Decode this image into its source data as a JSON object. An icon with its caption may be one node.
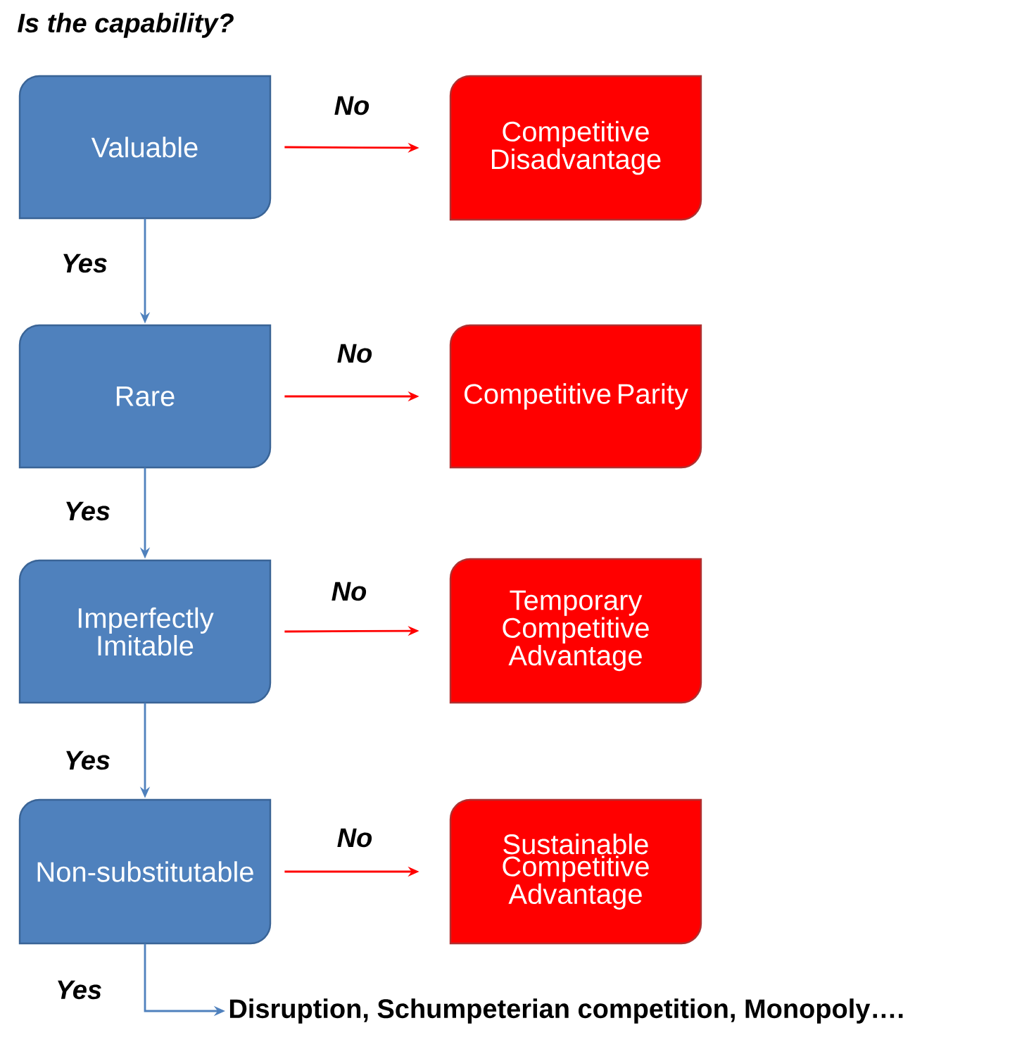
{
  "diagram": {
    "title": "Is the capability?",
    "nodes": [
      {
        "text": [
          "Valuable"
        ]
      },
      {
        "text": [
          "Competitive Disadvantage"
        ]
      },
      {
        "text": [
          "Rare"
        ]
      },
      {
        "text": [
          "Competitive Parity"
        ]
      },
      {
        "text": [
          "Imperfectly Imitable"
        ]
      },
      {
        "text": [
          "Temporary Competitive Advantage"
        ]
      },
      {
        "text": [
          "Non-substitutable"
        ]
      },
      {
        "text": [
          "Sustainable Competitive Advantage"
        ]
      },
      {
        "text": [
          "Disruption, Schumpeterian competition, Monopoly…."
        ]
      }
    ],
    "edges": [
      {
        "from": 0,
        "to": 1,
        "arrow": "to",
        "label": "No"
      },
      {
        "from": 0,
        "to": 2,
        "arrow": "to",
        "label": "Yes",
        "color": "#4f81bd"
      },
      {
        "from": 2,
        "to": 3,
        "arrow": "to",
        "label": "No"
      },
      {
        "from": 2,
        "to": 4,
        "arrow": "to",
        "label": "Yes",
        "color": "#4f81bd"
      },
      {
        "from": 4,
        "to": 5,
        "arrow": "to",
        "label": "No"
      },
      {
        "from": 4,
        "to": 6,
        "arrow": "to",
        "label": "Yes",
        "color": "#4f81bd"
      },
      {
        "from": 6,
        "to": 7,
        "arrow": "to",
        "label": "No"
      },
      {
        "from": 6,
        "to": 8,
        "arrow": "to",
        "label": "Yes",
        "color": "#4f81bd"
      }
    ]
  }
}
